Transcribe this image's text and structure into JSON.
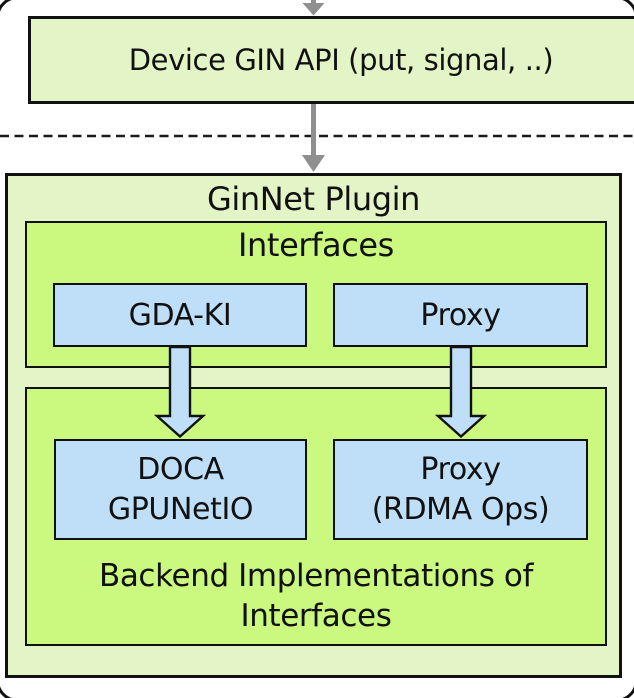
{
  "colors": {
    "pale-green": "#e3f5c7",
    "bright-green": "#cbf87e",
    "light-blue": "#bfdff8",
    "border-black": "#111111",
    "arrow-gray": "#8f8f8f",
    "text-black": "#111111"
  },
  "diagram": {
    "device_api_box": {
      "label": "Device GIN API (put, signal, ..)"
    },
    "ginnet_plugin": {
      "title": "GinNet Plugin"
    },
    "interfaces": {
      "title": "Interfaces",
      "gda_ki": {
        "label": "GDA-KI"
      },
      "proxy": {
        "label": "Proxy"
      }
    },
    "backend": {
      "label_line1": "Backend Implementations of",
      "label_line2": "Interfaces",
      "doca": {
        "line1": "DOCA",
        "line2": "GPUNetIO"
      },
      "proxy_rdma": {
        "line1": "Proxy",
        "line2": "(RDMA Ops)"
      }
    },
    "icons": {
      "top_arrow": "arrow-down",
      "mid_arrow": "arrow-down",
      "gda_ki_arrow": "arrow-down",
      "proxy_arrow": "arrow-down"
    }
  }
}
